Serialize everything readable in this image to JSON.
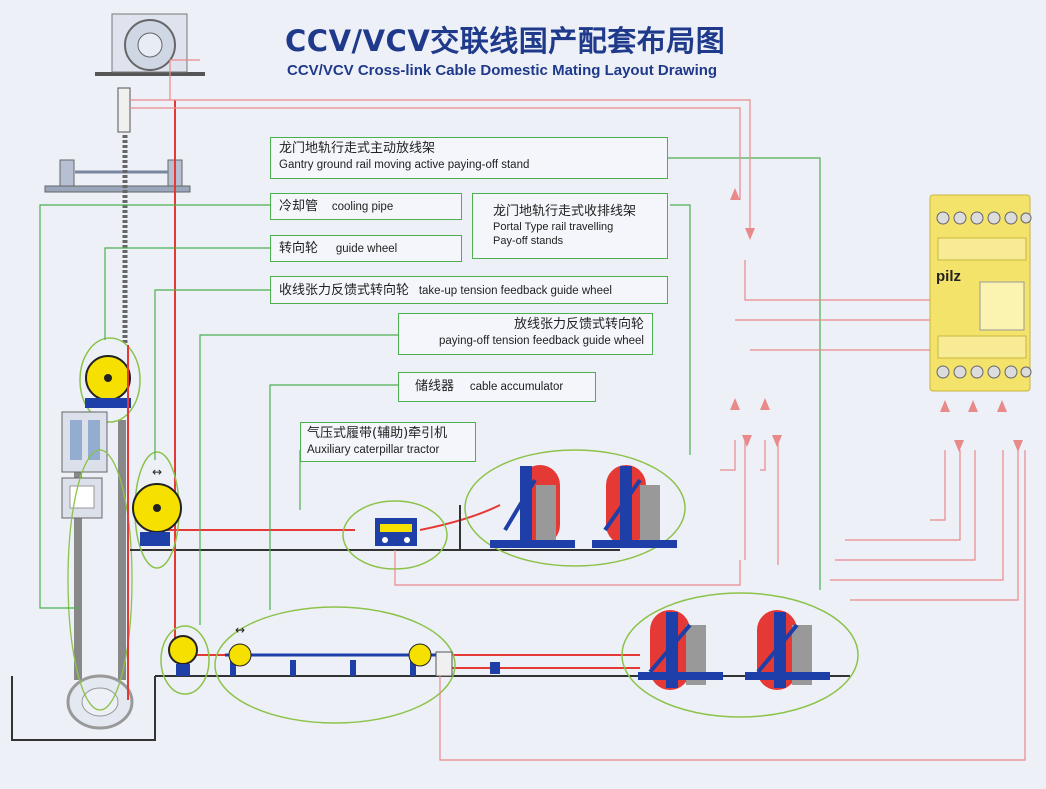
{
  "title": {
    "cn": "CCV/VCV交联线国产配套布局图",
    "en": "CCV/VCV Cross-link Cable Domestic Mating Layout Drawing"
  },
  "labels": {
    "gantry": {
      "cn": "龙门地轨行走式主动放线架",
      "en": "Gantry ground rail moving active paying-off stand"
    },
    "cooling_pipe": {
      "cn": "冷却管",
      "en": "cooling pipe"
    },
    "portal": {
      "cn": "龙门地轨行走式收排线架",
      "en1": "Portal Type rail travelling",
      "en2": "Pay-off stands"
    },
    "guide_wheel": {
      "cn": "转向轮",
      "en": "guide wheel"
    },
    "takeup_tension": {
      "cn": "收线张力反馈式转向轮",
      "en": "take-up tension feedback guide wheel"
    },
    "payoff_tension": {
      "cn": "放线张力反馈式转向轮",
      "en": "paying-off tension feedback guide wheel"
    },
    "accumulator": {
      "cn": "储线器",
      "en": "cable accumulator"
    },
    "tractor": {
      "cn": "气压式履带(辅助)牵引机",
      "en": "Auxiliary caterpillar tractor"
    }
  },
  "plc": {
    "brand": "pilz"
  },
  "colors": {
    "title": "#1f3a8a",
    "leader_line": "#4caf50",
    "signal_line": "#e98a8a",
    "cable": "#e53935",
    "drum_red": "#e53935",
    "frame_blue": "#1f3fa8",
    "wheel_yellow": "#f5e000",
    "plc_yellow": "#f3e36b"
  }
}
